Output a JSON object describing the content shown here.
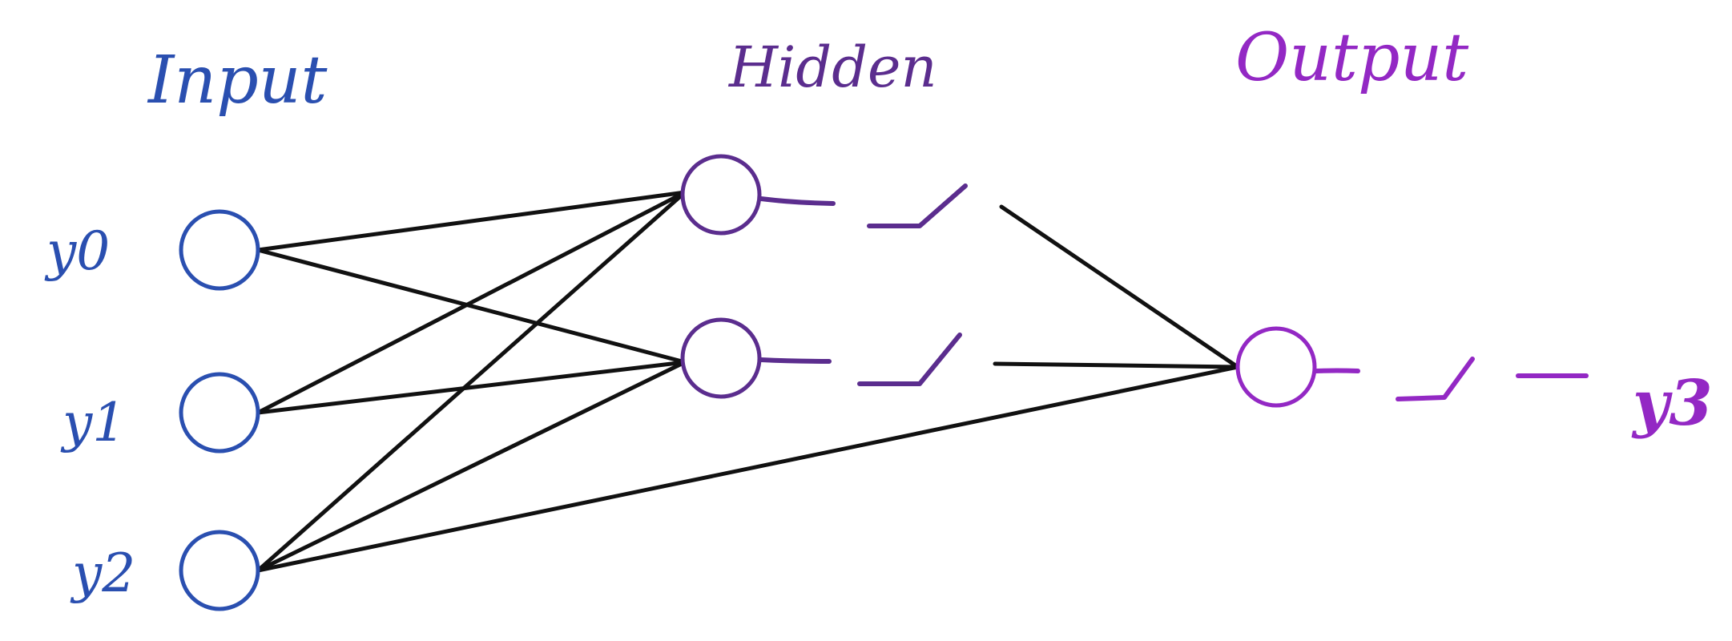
{
  "labels": {
    "input": "Input",
    "hidden": "Hidden",
    "output": "Output"
  },
  "nodes": {
    "input": [
      {
        "label": "y0"
      },
      {
        "label": "y1"
      },
      {
        "label": "y2"
      }
    ],
    "hidden": [
      {},
      {}
    ],
    "output": [
      {}
    ],
    "output_label": "y3"
  },
  "colors": {
    "input": "#2a4fb0",
    "hidden": "#5b2d8e",
    "output": "#9328c4",
    "edge": "#111111"
  }
}
